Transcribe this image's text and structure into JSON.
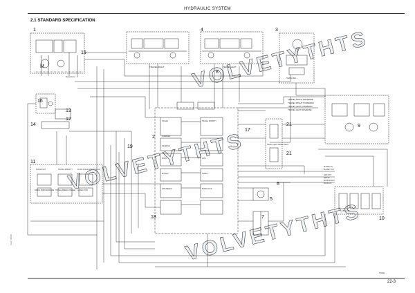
{
  "header": {
    "title": "HYDRAULIC SYSTEM"
  },
  "section": {
    "heading": "2.1 STANDARD SPECIFICATION"
  },
  "footer": {
    "page_number": "22-3",
    "side_code": "4LEF 00000"
  },
  "watermark": {
    "text": "VOLVETYTHTS"
  },
  "callouts": [
    "1",
    "2",
    "3",
    "4",
    "5",
    "6",
    "7",
    "8",
    "9",
    "10",
    "11",
    "12",
    "13",
    "14",
    "15",
    "16",
    "17",
    "18",
    "19",
    "21",
    "21",
    "M"
  ],
  "labels": {
    "travel_right": "TRAVEL RIGHT",
    "travel_left": "TRAVEL LEFT",
    "swing_red": "SWING RED.",
    "signal_piston": "Signal piston",
    "travel_right_reverse": "TRAVEL RIGHT REVERSE",
    "travel_right_forward": "TRAVEL RIGHT FORWARD",
    "travel_left_forward": "TRAVEL LEFT FORWARD",
    "travel_left_reverse": "TRAVEL LEFT REVERSE",
    "travel_main": "TRAVEL",
    "travel_priority": "TRAVEL PRIORITY",
    "forward": "FORWARD",
    "reverse": "REVERSE",
    "boom": "BOOM",
    "arm": "ARM",
    "bucket": "BUCKET",
    "swing": "SWING",
    "arm_regen": "ARM REGEN",
    "boom_lock": "BOOM LOCK",
    "swing_left_right": "SWING LEFT SWING RIGHT",
    "swing_parking_brake": "SWING PARKING BRAKE",
    "travel_speed_change": "TRAVEL SPEED CHANGE",
    "lever_lock": "LEVER LOCK",
    "p_pass_out": "P-PASS OUT",
    "travel_priority_2": "TRAVEL PRIORITY",
    "flow_sum": "FLOW SUM & ARM CONFLUX",
    "bucket_in": "BUCKET IN",
    "bucket_out": "BUCKET OUT",
    "arm_out": "ARM OUT",
    "arm_in": "ARM IN",
    "boom_down": "BOOM DOWN",
    "boom_up": "BOOM UP",
    "ac_ports": "A1 B1 A2 B2",
    "fig_code": "TP0001"
  }
}
